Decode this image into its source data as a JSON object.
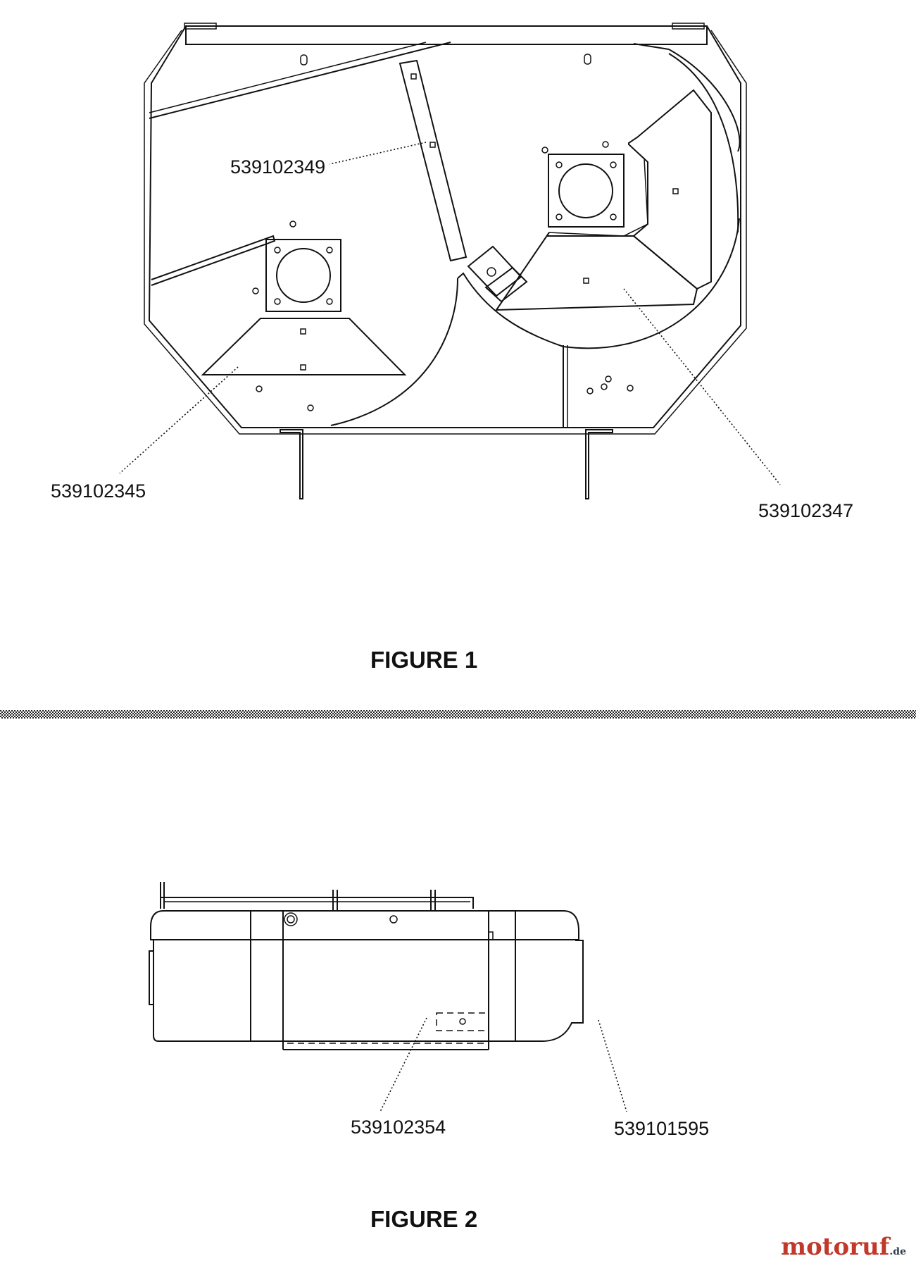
{
  "figure1": {
    "title": "FIGURE 1",
    "parts": [
      "539102349",
      "539102345",
      "539102347"
    ]
  },
  "figure2": {
    "title": "FIGURE 2",
    "parts": [
      "539102354",
      "539101595"
    ]
  },
  "watermark": {
    "main": "motoruf",
    "tld": ".de"
  },
  "colors": {
    "line": "#111111",
    "watermark": "#c0392b",
    "separator": "#222222"
  }
}
